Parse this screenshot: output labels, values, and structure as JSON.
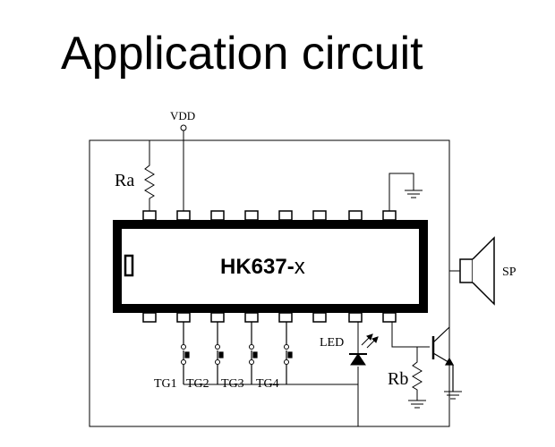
{
  "title": "Application circuit",
  "labels": {
    "vdd": "VDD",
    "ra": "Ra",
    "rb": "Rb",
    "led": "LED",
    "sp": "SP",
    "chip": "HK637-",
    "chip_suffix": "x",
    "tg1": "TG1",
    "tg2": "TG2",
    "tg3": "TG3",
    "tg4": "TG4"
  }
}
